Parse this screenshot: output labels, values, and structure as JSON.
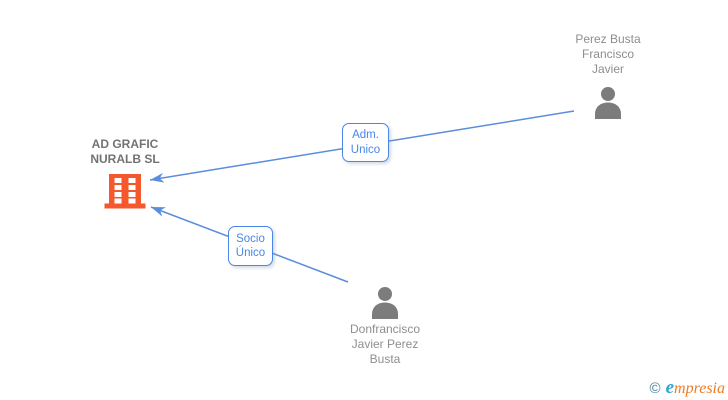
{
  "diagram": {
    "company": {
      "name": [
        "AD GRAFIC",
        "NURALB SL"
      ]
    },
    "person_top": {
      "name": [
        "Perez Busta",
        "Francisco",
        "Javier"
      ]
    },
    "person_bottom": {
      "name": [
        "Donfrancisco",
        "Javier Perez",
        "Busta"
      ]
    },
    "relations": {
      "adm_unico": {
        "label": [
          "Adm.",
          "Unico"
        ],
        "from": "person_top",
        "to": "company"
      },
      "socio_unico": {
        "label": [
          "Socio",
          "Único"
        ],
        "from": "person_bottom",
        "to": "company"
      }
    }
  },
  "icons": {
    "company": "building-icon",
    "person": "person-icon"
  },
  "footer": {
    "copyright_symbol": "©",
    "brand_lead": "e",
    "brand_rest": "mpresia"
  },
  "colors": {
    "connector_blue": "#5b8ddd",
    "accent_blue": "#4a86e8",
    "building_orange": "#f4582c",
    "person_gray": "#7c7c7c",
    "company_text": "#737373",
    "person_text": "#8e8e8e",
    "brand_blue": "#2aa9d2",
    "brand_orange": "#ee7d24"
  }
}
